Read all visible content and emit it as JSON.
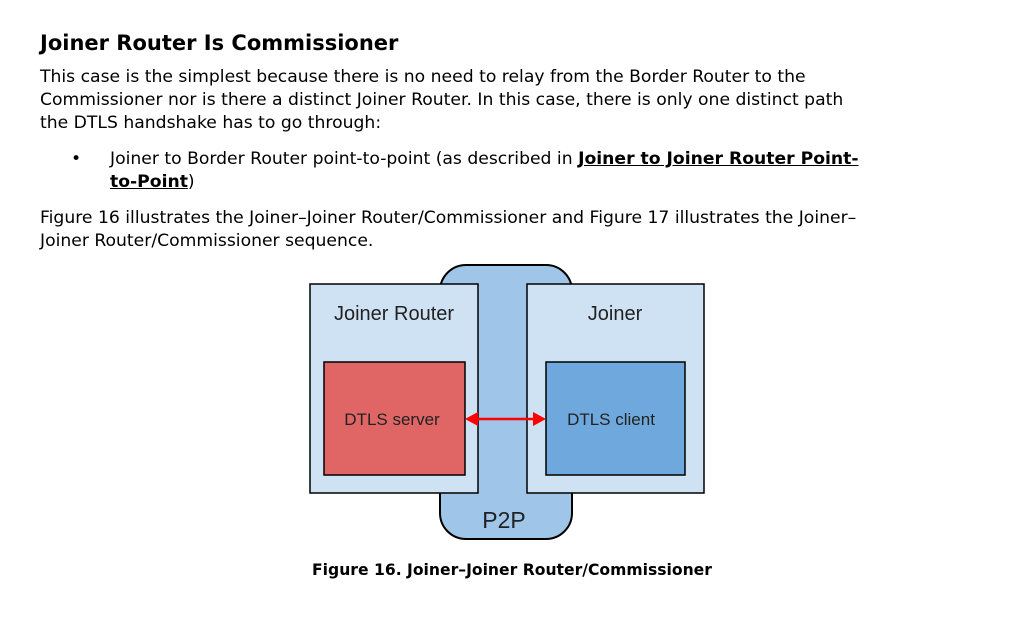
{
  "section": {
    "title": "Joiner Router Is Commissioner",
    "intro_lines": [
      "This case is the simplest because there is no need to relay from the Border Router to the",
      "Commissioner nor is there a distinct Joiner Router. In this case, there is only one distinct path",
      "the DTLS handshake has to go through:"
    ],
    "bullet": {
      "marker": "•",
      "text_line1": "Joiner to Border Router point-to-point (as described in ",
      "link_line1": "Joiner to Joiner Router Point-",
      "link_line2": "to-Point",
      "text_after_link": ")"
    },
    "figure_intro_lines": [
      "Figure 16 illustrates the Joiner–Joiner Router/Commissioner and Figure 17 illustrates the Joiner–",
      "Joiner Router/Commissioner sequence."
    ]
  },
  "figure": {
    "left_box_label": "Joiner Router",
    "right_box_label": "Joiner",
    "server_label": "DTLS server",
    "client_label": "DTLS client",
    "p2p_label": "P2P",
    "colors": {
      "p2p_fill": "#9fc5e8",
      "box_fill": "#cfe2f3",
      "server_fill": "#e06666",
      "client_fill": "#6fa8dc",
      "arrow": "#ff0000"
    },
    "caption": "Figure 16. Joiner–Joiner Router/Commissioner"
  }
}
